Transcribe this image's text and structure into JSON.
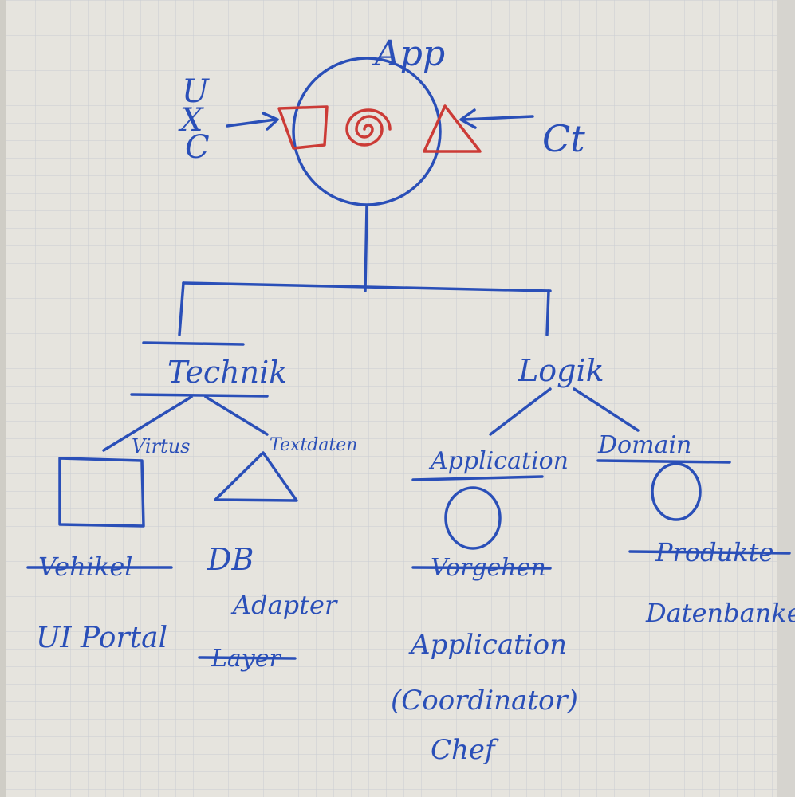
{
  "colors": {
    "paper": "#e6e4de",
    "grid": "#c9cdd3",
    "ink_blue": "#2a4fb8",
    "ink_red": "#cc3b36"
  },
  "hub": {
    "title": "App",
    "left_user": "U\nX\nC",
    "right_user": "Ct"
  },
  "branches": {
    "left_title": "Technik",
    "right_title": "Logik"
  },
  "technik": {
    "child_left": "Virtus",
    "child_right": "Textdaten",
    "left_struck": "Vehikel",
    "left_label": "UI Portal",
    "right_label_1": "DB",
    "right_label_2": "Adapter",
    "right_struck": "Layer"
  },
  "logik": {
    "child_left": "Application",
    "child_right": "Domain",
    "left_struck": "Vorgehen",
    "left_label_lines": [
      "Application",
      "(Coordinator)",
      "Chef"
    ],
    "right_struck": "Produkte",
    "right_label": "Datenbanken"
  }
}
